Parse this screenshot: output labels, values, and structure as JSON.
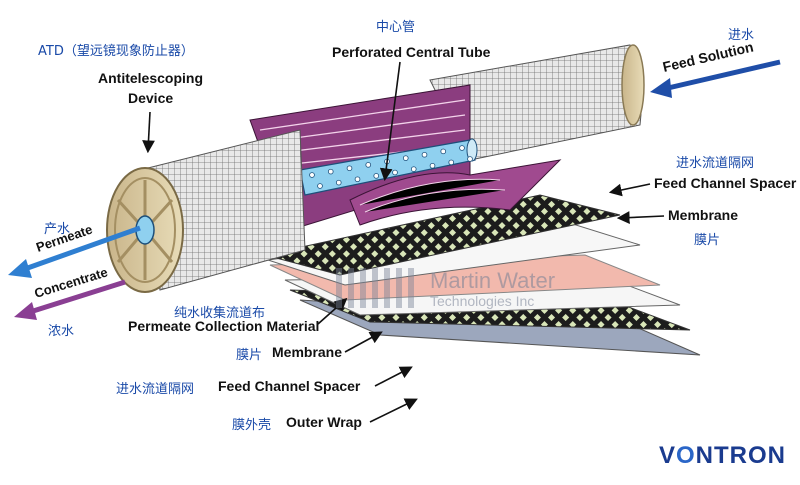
{
  "labels": {
    "atd_cn": "ATD（望远镜现象防止器）",
    "atd_en_1": "Antitelescoping",
    "atd_en_2": "Device",
    "tube_cn": "中心管",
    "tube_en": "Perforated Central Tube",
    "feed_cn": "进水",
    "feed_en": "Feed Solution",
    "spacer_top_cn": "进水流道隔网",
    "spacer_top_en": "Feed Channel Spacer",
    "membrane_top_en": "Membrane",
    "membrane_top_cn": "膜片",
    "permeate_cn": "产水",
    "permeate_en": "Permeate",
    "concentrate_en": "Concentrate",
    "concentrate_cn": "浓水",
    "pcm_cn": "纯水收集流道布",
    "pcm_en": "Permeate Collection Material",
    "membrane_bot_cn": "膜片",
    "membrane_bot_en": "Membrane",
    "spacer_bot_cn": "进水流道隔网",
    "spacer_bot_en": "Feed Channel Spacer",
    "wrap_cn": "膜外壳",
    "wrap_en": "Outer Wrap"
  },
  "watermark": {
    "line1": "Martin Water",
    "line2": "Technologies Inc"
  },
  "logo": {
    "prefix": "V",
    "mark": "O",
    "rest": "NTRON"
  },
  "colors": {
    "permeate_arrow": "#2f7fd1",
    "concentrate_arrow": "#8a3f93",
    "feed_arrow": "#1f4ea8",
    "leaf_purple": "#8b3d7f",
    "tube_blue": "#8fd0ef",
    "sheet_pink": "#f2b9ad",
    "brand_blue": "#1a3b8f"
  }
}
